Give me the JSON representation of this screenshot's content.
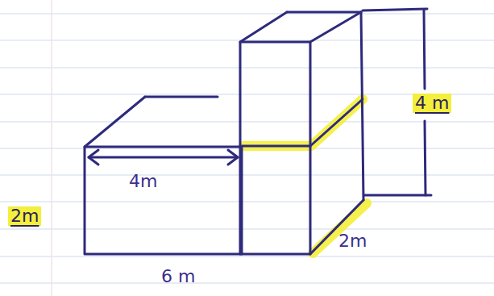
{
  "diagram": {
    "labels": [
      "4 m",
      "4m",
      "2m",
      "2m",
      "6 m"
    ]
  }
}
